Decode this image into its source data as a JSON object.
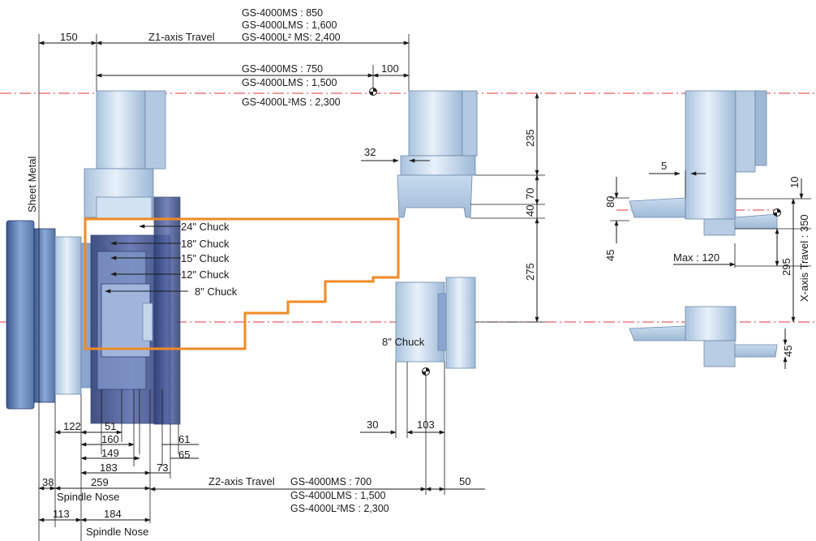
{
  "z1": {
    "offset": "150",
    "travel_label": "Z1-axis Travel",
    "upper": [
      "GS-4000MS : 850",
      "GS-4000LMS : 1,600",
      "GS-4000L² MS: 2,400"
    ],
    "lower": [
      "GS-4000MS : 750",
      "GS-4000LMS : 1,500",
      "GS-4000L²MS : 2,300"
    ],
    "right_offset": "100"
  },
  "chucks": [
    "24\" Chuck",
    "18\" Chuck",
    "15\" Chuck",
    "12\" Chuck",
    "8\" Chuck"
  ],
  "sheet_metal": "Sheet Metal",
  "vertical_dims": {
    "d235": "235",
    "d70": "70",
    "d40": "40",
    "d275": "275",
    "d32": "32"
  },
  "subspindle_chuck": "8\" Chuck",
  "sub_dims": {
    "d30": "30",
    "d103": "103",
    "d50": "50"
  },
  "tool_dims": {
    "d5": "5",
    "d10": "10",
    "d80": "80",
    "d45a": "45",
    "d45b": "45",
    "max": "Max : 120",
    "d295": "295",
    "x_travel": "X-axis Travel : 350"
  },
  "bottom_dims": {
    "d122": "122",
    "d51": "51",
    "d160": "160",
    "d61": "61",
    "d149": "149",
    "d65": "65",
    "d183": "183",
    "d73": "73",
    "d38": "38",
    "d259": "259",
    "d113": "113",
    "d184": "184"
  },
  "spindle_nose": "Spindle Nose",
  "z2": {
    "travel_label": "Z2-axis Travel",
    "values": [
      "GS-4000MS : 700",
      "GS-4000LMS : 1,500",
      "GS-4000L²MS : 2,300"
    ]
  },
  "colors": {
    "center_line": "#e0343c",
    "travel_envelope": "#f08a24",
    "steel": "#b8cfe6",
    "navy": "#3b4a86"
  }
}
